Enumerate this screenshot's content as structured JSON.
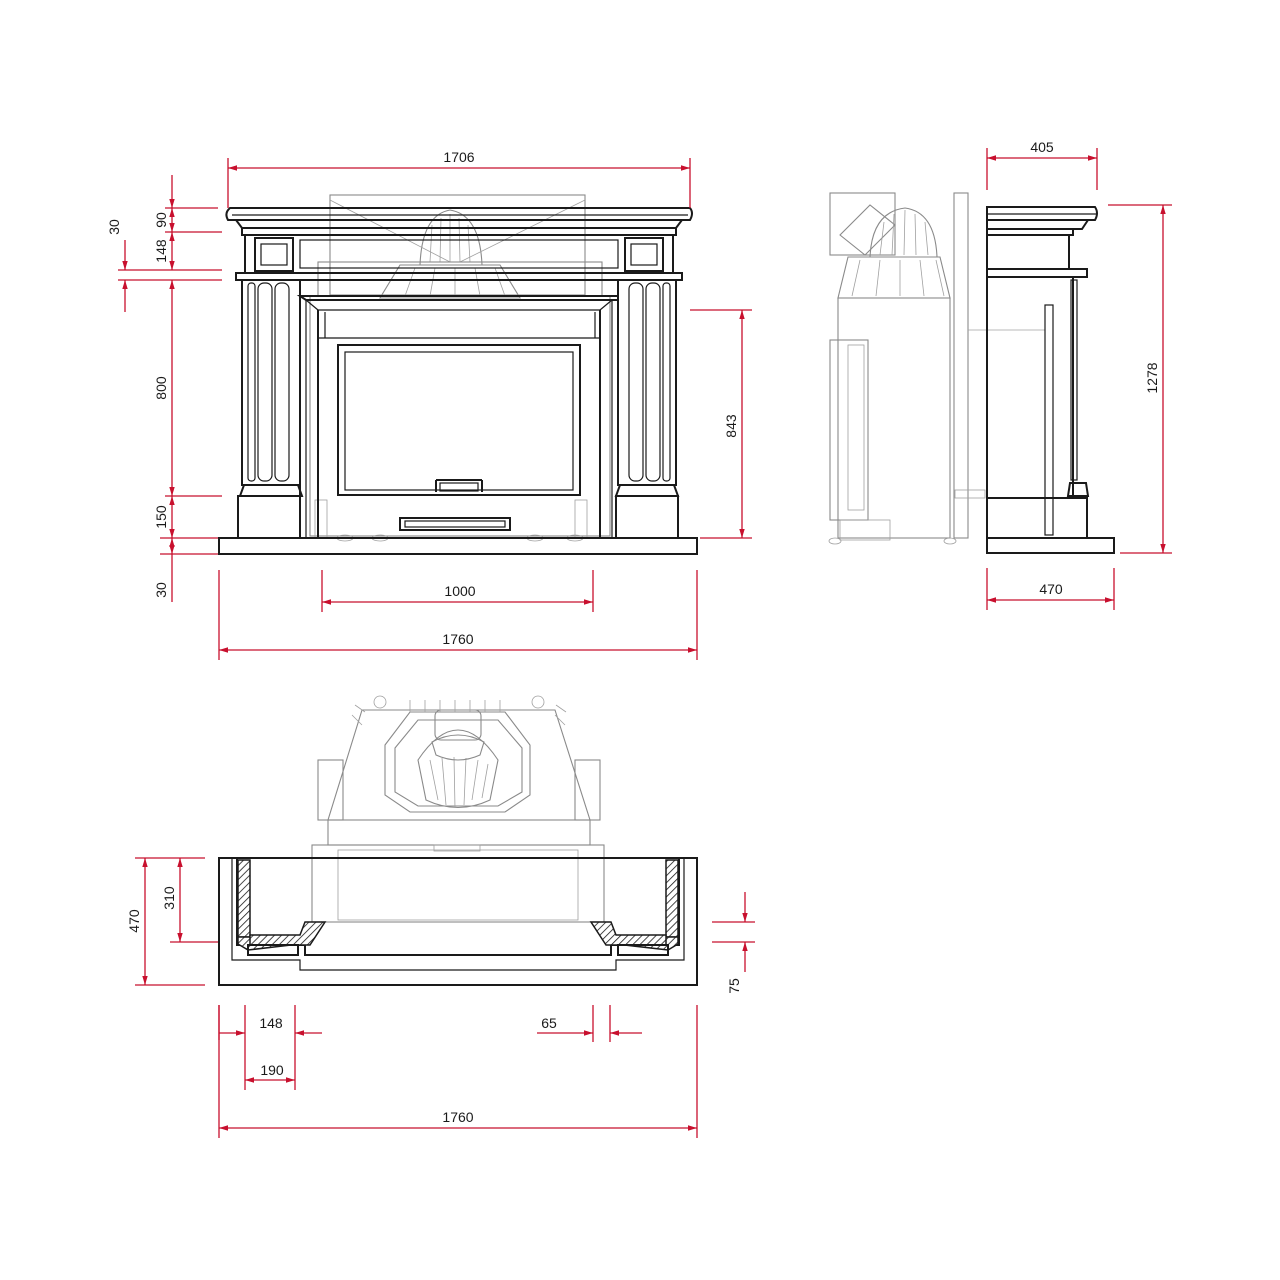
{
  "dimensions": {
    "front_top_width": "1706",
    "front_cornice_height": "90",
    "front_top_slab": "30",
    "front_frieze_height": "148",
    "front_column_height": "800",
    "front_plinth_height": "150",
    "front_base_height": "30",
    "front_opening_width": "1000",
    "front_base_width": "1760",
    "front_opening_height": "843",
    "side_top_depth": "405",
    "side_total_height": "1278",
    "side_base_depth": "470",
    "plan_total_depth": "470",
    "plan_inner_depth": "310",
    "plan_step_depth": "75",
    "plan_column_width": "148",
    "plan_pilaster_width": "190",
    "plan_wall_offset": "65",
    "plan_total_width": "1760"
  },
  "colors": {
    "dimension_line": "#c8102e",
    "outline": "#1a1a1a",
    "background_insert": "#8a8a8a"
  }
}
